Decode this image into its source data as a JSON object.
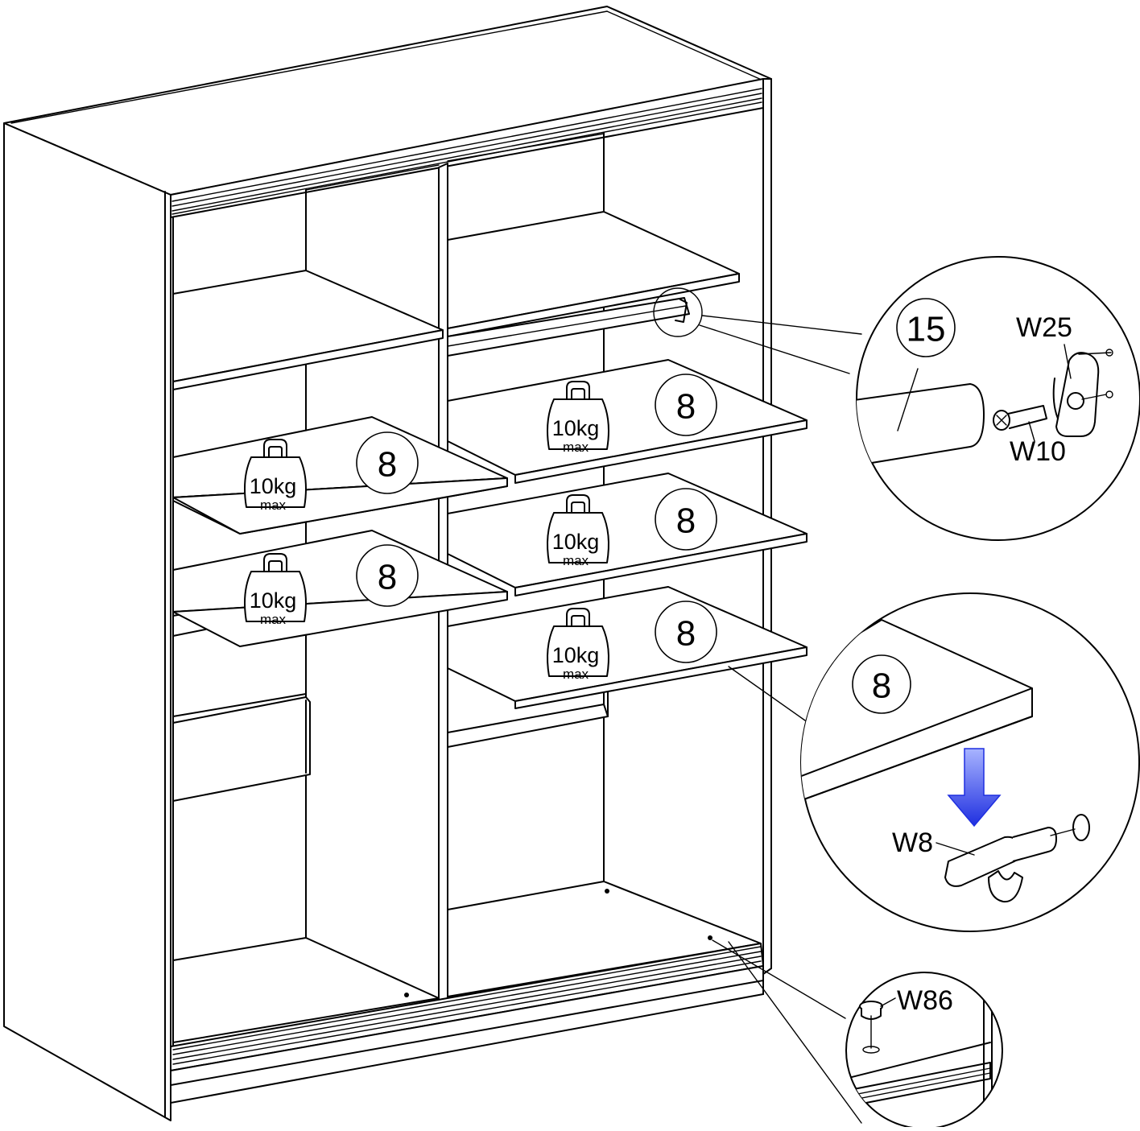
{
  "shelf_callouts": [
    {
      "id": "shelf-left-upper",
      "part_number": "8",
      "load": "10kg",
      "load_note": "max"
    },
    {
      "id": "shelf-left-lower",
      "part_number": "8",
      "load": "10kg",
      "load_note": "max"
    },
    {
      "id": "shelf-right-1",
      "part_number": "8",
      "load": "10kg",
      "load_note": "max"
    },
    {
      "id": "shelf-right-2",
      "part_number": "8",
      "load": "10kg",
      "load_note": "max"
    },
    {
      "id": "shelf-right-3",
      "part_number": "8",
      "load": "10kg",
      "load_note": "max"
    }
  ],
  "detail_rail": {
    "rail_part": "15",
    "bracket_part": "W25",
    "screw_part": "W10"
  },
  "detail_shelf_support": {
    "shelf_part": "8",
    "support_part": "W8"
  },
  "detail_floor": {
    "cap_part": "W86"
  },
  "colors": {
    "line": "#000000",
    "background": "#ffffff",
    "arrow_top": "#a8b4ff",
    "arrow_bottom": "#1f2fe0"
  },
  "icons": [
    "weight-icon",
    "arrow-down-icon",
    "screw-icon",
    "bracket-icon",
    "shelf-pin-icon",
    "cap-icon"
  ]
}
